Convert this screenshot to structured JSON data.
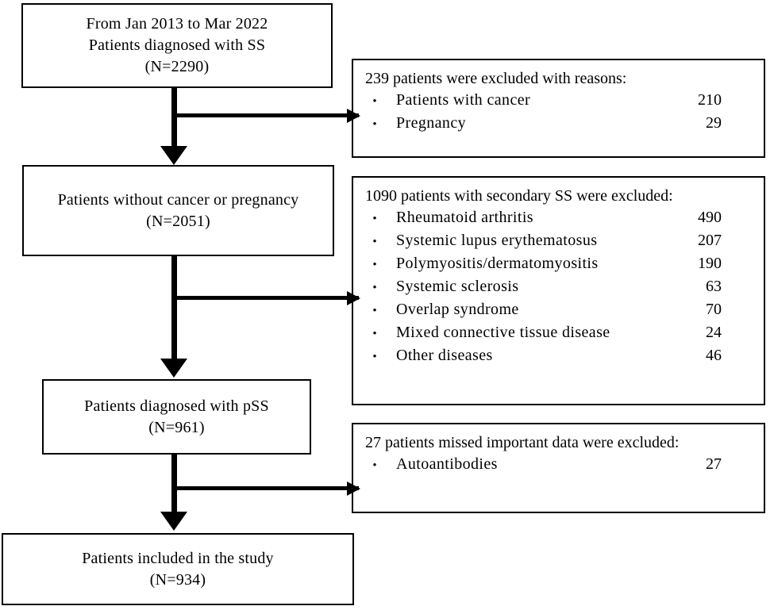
{
  "figure": {
    "type": "study-flow-diagram",
    "title": "Patient selection flowchart"
  },
  "flow_boxes": [
    {
      "id": "enrolled",
      "lines": [
        "From Jan 2013 to Mar 2022",
        "Patients diagnosed with SS",
        "(N=2290)"
      ]
    },
    {
      "id": "nocancer",
      "lines": [
        "Patients without cancer or pregnancy",
        "(N=2051)"
      ]
    },
    {
      "id": "pss",
      "lines": [
        "Patients diagnosed with pSS",
        "(N=961)"
      ]
    },
    {
      "id": "included",
      "lines": [
        "Patients included in the study",
        "(N=934)"
      ]
    }
  ],
  "exclusion_boxes": [
    {
      "id": "excl-1",
      "heading": "239 patients were excluded with reasons:",
      "items": [
        {
          "bullet": "bullet-dot",
          "label": "Patients with cancer",
          "count": "210"
        },
        {
          "bullet": "bullet-dot",
          "label": "Pregnancy",
          "count": "29"
        }
      ]
    },
    {
      "id": "excl-2",
      "heading": "1090 patients with secondary SS were excluded:",
      "items": [
        {
          "bullet": "bullet-dot",
          "label": "Rheumatoid arthritis",
          "count": "490"
        },
        {
          "bullet": "bullet-dot",
          "label": "Systemic lupus erythematosus",
          "count": "207"
        },
        {
          "bullet": "bullet-dot",
          "label": "Polymyositis/dermatomyositis",
          "count": "190"
        },
        {
          "bullet": "bullet-dot",
          "label": "Systemic sclerosis",
          "count": "63"
        },
        {
          "bullet": "bullet-dot",
          "label": "Overlap syndrome",
          "count": "70"
        },
        {
          "bullet": "bullet-dot",
          "label": "Mixed connective tissue disease",
          "count": "24"
        },
        {
          "bullet": "bullet-dot",
          "label": "Other diseases",
          "count": "46"
        }
      ]
    },
    {
      "id": "excl-3",
      "heading": "27 patients missed important data were excluded:",
      "items": [
        {
          "bullet": "bullet-dot",
          "label": "Autoantibodies",
          "count": "27"
        }
      ]
    }
  ],
  "bullet_glyph": "•",
  "colors": {
    "stroke": "#000000",
    "background": "#ffffff",
    "text": "#000000"
  }
}
